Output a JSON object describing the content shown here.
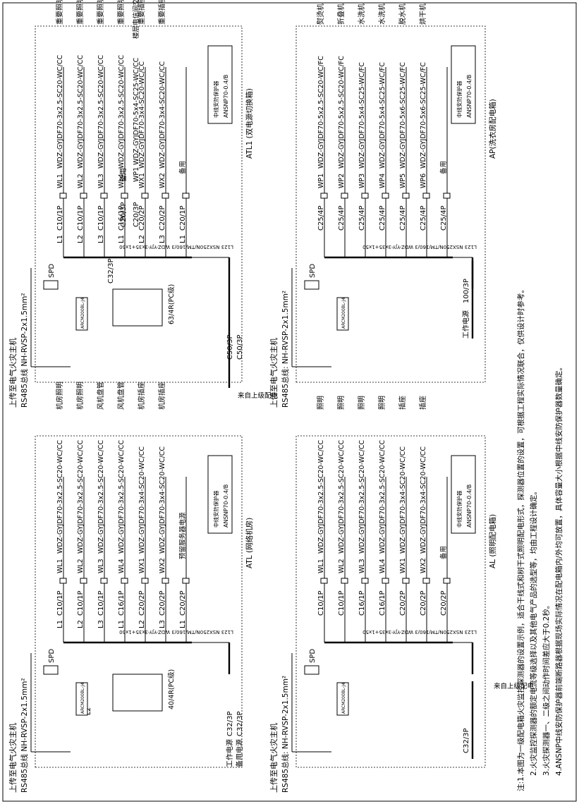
{
  "panels": [
    {
      "id": "network-room",
      "header": "上传至电气火灾主机",
      "bus": "RS485总线 NH-RVSP-2x1.5mm²",
      "footer": "ATL (网络机房)",
      "sources": [
        "工作电源",
        "备用电源"
      ],
      "incomers": [
        "C32/3P",
        "C32/3P"
      ],
      "ats": "40/4R(PC级)",
      "ats_tag": "L2",
      "monitor_label": "ARCM200BL-J4",
      "spd_label": "SPD",
      "spd_cable": "L123 NSX250N/TM/160/3 WDZ-YJY-3x35+1x50",
      "protector_name": "中线安防保护器",
      "protector_model": "ANSNP70-0.4/B",
      "circuits": [
        {
          "phase": "L1",
          "breaker": "C10/1P",
          "id": "WL1",
          "cable": "WDZ-GYJDF70-3x2.5-SC20-WC/CC",
          "load": "机房照明"
        },
        {
          "phase": "L2",
          "breaker": "C10/1P",
          "id": "WL2",
          "cable": "WDZ-GYJDF70-3x2.5-SC20-WC/CC",
          "load": "机房照明"
        },
        {
          "phase": "L3",
          "breaker": "C10/1P",
          "id": "WL3",
          "cable": "WDZ-GYJDF70-3x2.5-SC20-WC/CC",
          "load": "风机盘管"
        },
        {
          "phase": "L1",
          "breaker": "C16/1P",
          "id": "WL4",
          "cable": "WDZ-GYJDF70-3x2.5-SC20-WC/CC",
          "load": "风机盘管"
        },
        {
          "phase": "L2",
          "breaker": "C20/2P",
          "id": "WX1",
          "cable": "WDZ-GYJDF70-3x4-SC20-WC/CC",
          "load": "机房插座"
        },
        {
          "phase": "L3",
          "breaker": "C20/2P",
          "id": "WX2",
          "cable": "WDZ-GYJDF70-3x4-SC20-WC/CC",
          "load": "机房插座"
        },
        {
          "phase": "L1",
          "breaker": "C20/2P",
          "id": "",
          "cable": "预留服务器电源",
          "load": ""
        }
      ]
    },
    {
      "id": "dual-power",
      "header": "上传至电气火灾主机",
      "bus": "RS485总线 NH-RVSP-2x1.5mm²",
      "footer": "ATL1 (双电源切换箱)",
      "source_note": "来自上级配电",
      "incomers": [
        "C50/3P",
        "C50/3P"
      ],
      "ats": "63/4R(PC级)",
      "monitor_label": "ARCM200BL-J4",
      "spd_label": "SPD",
      "spd_cable": "L123 NSX250N/TM/160/3 WDZ-YJY-3x35+1x50",
      "main_breaker": "C32/3P",
      "extra_breakers": [
        "C20/3P",
        "C20/3P"
      ],
      "wp1": "WP1 WDZ-GYJDF70-5x4-SC25-WC/CC",
      "wp1_load": "楼层电信间交换机",
      "spare": "备用",
      "protector_name": "中线安防保护器",
      "protector_model": "ANSNP70-0.4/B",
      "circuits": [
        {
          "phase": "L1",
          "breaker": "C10/1P",
          "id": "WL1",
          "cable": "WDZ-GYJDF70-3x2.5-SC20-WC/CC",
          "load": "重要照明"
        },
        {
          "phase": "L2",
          "breaker": "C10/1P",
          "id": "WL2",
          "cable": "WDZ-GYJDF70-3x2.5-SC20-WC/CC",
          "load": "重要照明"
        },
        {
          "phase": "L3",
          "breaker": "C10/1P",
          "id": "WL3",
          "cable": "WDZ-GYJDF70-3x2.5-SC20-WC/CC",
          "load": "重要照明"
        },
        {
          "phase": "L1",
          "breaker": "C16/1P",
          "id": "WL4",
          "cable": "WDZ-GYJDF70-3x2.5-SC20-WC/CC",
          "load": "重要照明"
        },
        {
          "phase": "L2",
          "breaker": "C20/2P",
          "id": "WX1",
          "cable": "WDZ-GYJDF70-3x4-SC20-WC/CC",
          "load": "重要插座"
        },
        {
          "phase": "L3",
          "breaker": "C20/2P",
          "id": "WX2",
          "cable": "WDZ-GYJDF70-3x4-SC20-WC/CC",
          "load": "重要插座"
        },
        {
          "phase": "L1",
          "breaker": "C20/1P",
          "id": "",
          "cable": "备用",
          "load": ""
        }
      ]
    },
    {
      "id": "lighting",
      "header": "上传至电气火灾主机",
      "bus": "RS485总线: NH-RVSP-2x1.5mm²",
      "footer": "AL (照明配电箱)",
      "source_note": "来自上级配电",
      "incomer": "C32/3P",
      "monitor_label": "ARCM200BL-J4",
      "spd_label": "SPD",
      "spd_cable": "L123 NSX250N/TM/160/3 WDZ-YJY-3x35+1x50",
      "protector_name": "中线安防保护器",
      "protector_model": "ANSNP70-0.4/B",
      "circuits": [
        {
          "breaker": "C10/1P",
          "id": "WL1",
          "cable": "WDZ-GYJDF70-3x2.5-SC20-WC/CC",
          "load": "照明"
        },
        {
          "breaker": "C10/1P",
          "id": "WL2",
          "cable": "WDZ-GYJDF70-3x2.5-SC20-WC/CC",
          "load": "照明"
        },
        {
          "breaker": "C16/1P",
          "id": "WL3",
          "cable": "WDZ-GYJDF70-3x2.5-SC20-WC/CC",
          "load": "照明"
        },
        {
          "breaker": "C16/1P",
          "id": "WL4",
          "cable": "WDZ-GYJDF70-3x2.5-SC20-WC/CC",
          "load": "照明"
        },
        {
          "breaker": "C20/2P",
          "id": "WX1",
          "cable": "WDZ-GYJDF70-3x4-SC20-WC/CC",
          "load": "插座"
        },
        {
          "breaker": "C20/2P",
          "id": "WX2",
          "cable": "WDZ-GYJDF70-3x4-SC20-WC/CC",
          "load": "插座"
        },
        {
          "breaker": "C20/2P",
          "id": "",
          "cable": "备用",
          "load": ""
        }
      ]
    },
    {
      "id": "laundry",
      "header": "上传至电气火灾主机",
      "bus": "RS485总线: NH-RVSP-2x1.5mm²",
      "footer": "AP(洗衣房配电箱)",
      "source_label": "工作电源",
      "incomer": "100/3P",
      "monitor_label": "ARCM200BL-J4",
      "spd_label": "SPD",
      "spd_cable": "L123 NSX250N/TM/160/3 WDZ-YJY-3x35+1x50",
      "protector_name": "中线安防保护器",
      "protector_model": "ANSNP70-0.4/B",
      "circuits": [
        {
          "breaker": "C25/4P",
          "id": "WP1",
          "cable": "WDZ-GYJDF70-5x2.5-SC20-WC/FC",
          "load": "熨烫机"
        },
        {
          "breaker": "C25/4P",
          "id": "WP2",
          "cable": "WDZ-GYJDF70-5x2.5-SC20-WC/FC",
          "load": "折叠机"
        },
        {
          "breaker": "C25/4P",
          "id": "WP3",
          "cable": "WDZ-GYJDF70-5x4-SC25-WC/FC",
          "load": "水洗机"
        },
        {
          "breaker": "C25/4P",
          "id": "WP4",
          "cable": "WDZ-GYJDF70-5x4-SC25-WC/FC",
          "load": "水洗机"
        },
        {
          "breaker": "C25/4P",
          "id": "WP5",
          "cable": "WDZ-GYJDF70-5x6-SC25-WC/FC",
          "load": "脱水机"
        },
        {
          "breaker": "C25/4P",
          "id": "WP6",
          "cable": "WDZ-GYJDF70-5x6-SC25-WC/FC",
          "load": "烘干机"
        },
        {
          "breaker": "C25/4P",
          "id": "",
          "cable": "备用",
          "load": ""
        }
      ]
    }
  ],
  "notes": [
    "注:1.本图为一级配电箱火灾监控探测器的设置示例，适合干线式和树干式照明配电形式，探测器位置的设置，可根据工程实际情况联合，仅供设计时参考。",
    "2.火灾监控探测器的额定电流等级选择以及其他电气产品的选型等，均由工程设计确定。",
    "3.火灾探测器一、二级之间动作时间差应大于0.2秒。",
    "4.ANSNP中线安防保护器前端断路器根据现场实际情况在配电箱内/外均可放置，具体容量大小根据中线安防保护器数量确定。"
  ]
}
